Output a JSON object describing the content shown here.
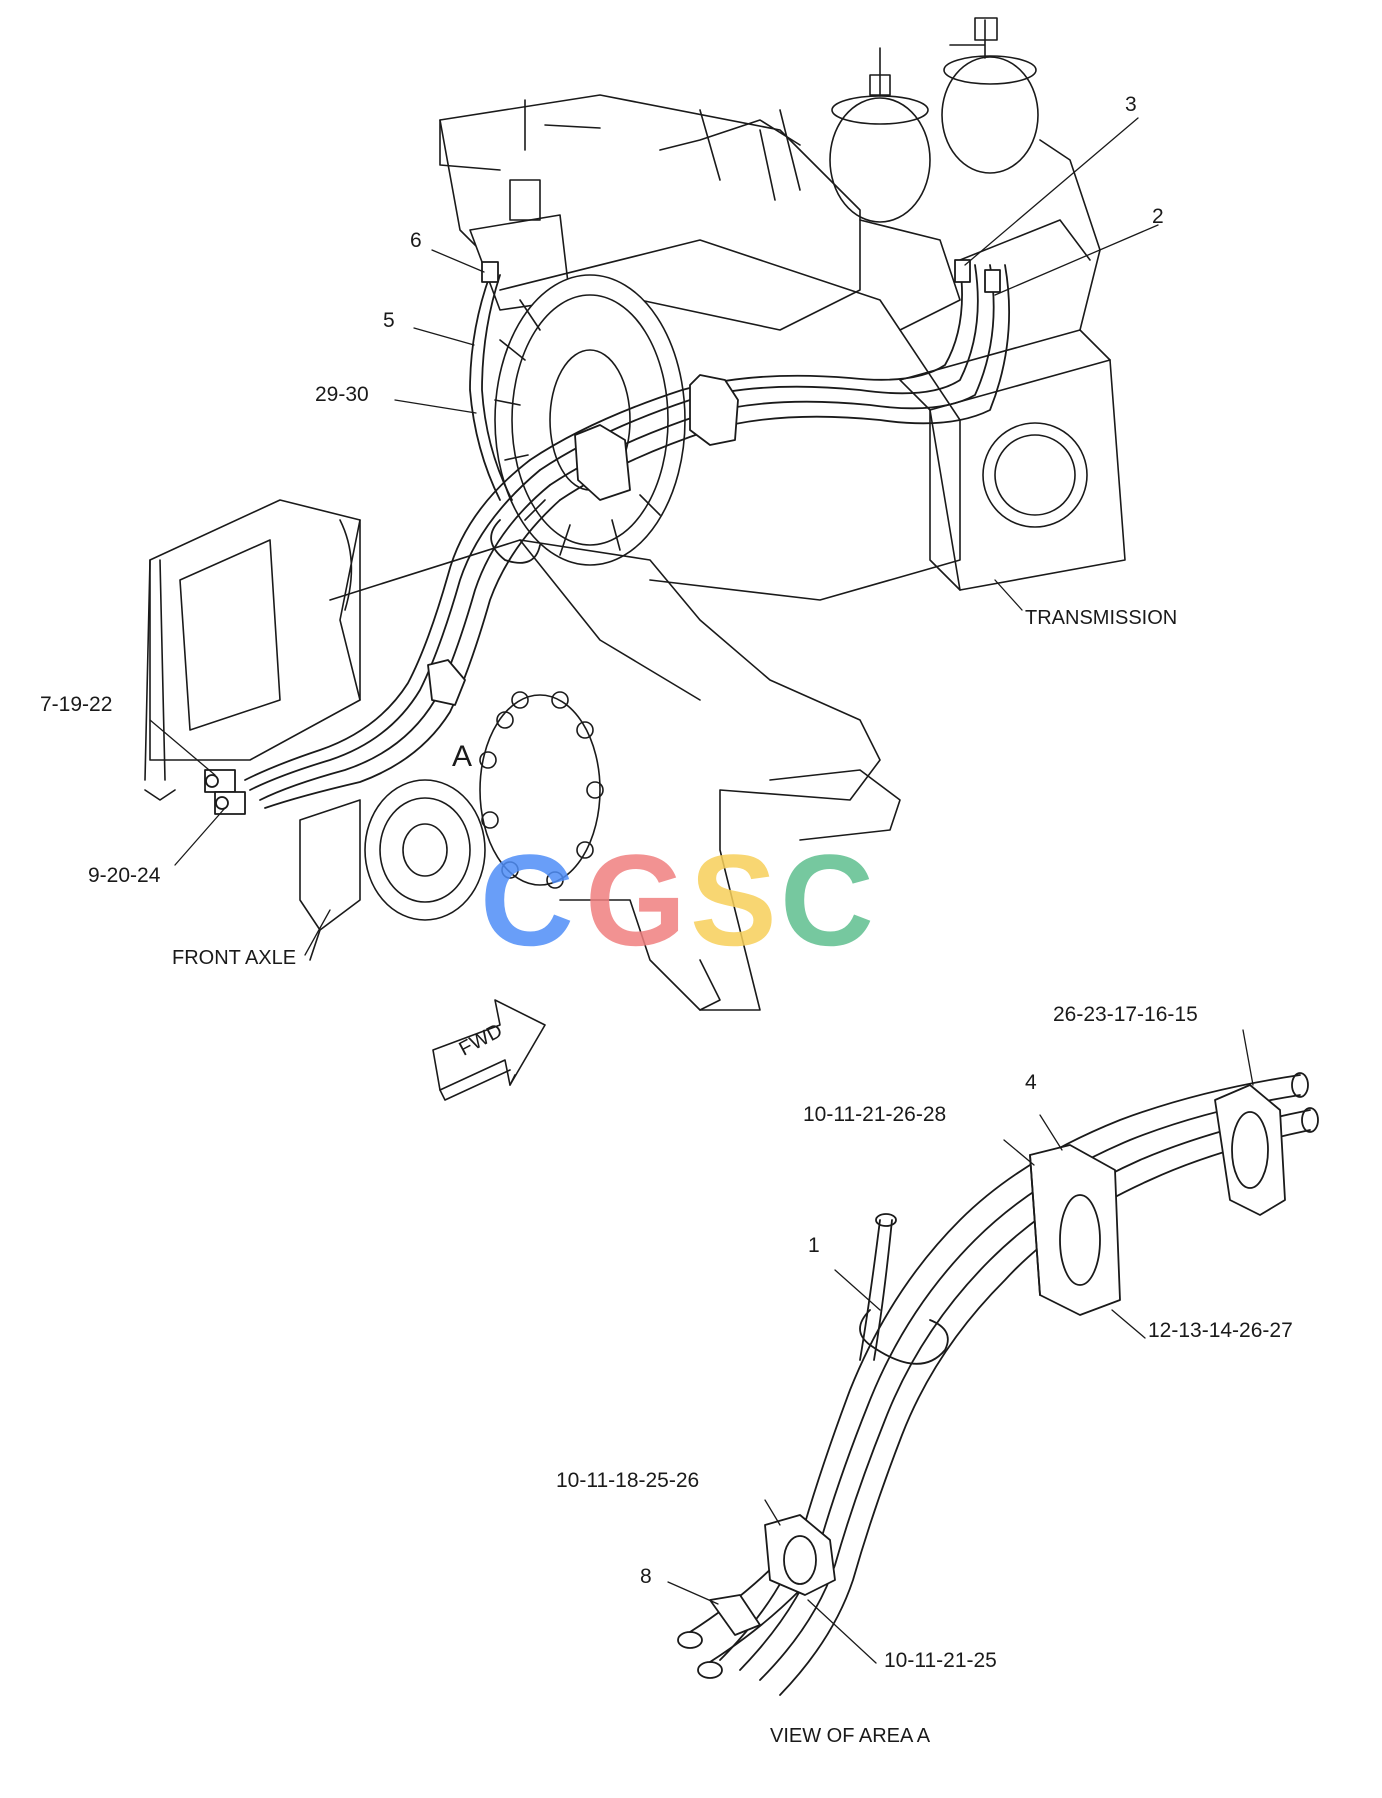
{
  "labels": {
    "c3": "3",
    "c2": "2",
    "c6": "6",
    "c5": "5",
    "c29_30": "29-30",
    "c7_19_22": "7-19-22",
    "c9_20_24": "9-20-24",
    "area_a": "A",
    "transmission": "TRANSMISSION",
    "front_axle": "FRONT AXLE",
    "fwd": "FWD",
    "c26_23_17_16_15": "26-23-17-16-15",
    "c4": "4",
    "c10_11_21_26_28": "10-11-21-26-28",
    "c1": "1",
    "c12_13_14_26_27": "12-13-14-26-27",
    "c10_11_18_25_26": "10-11-18-25-26",
    "c8": "8",
    "c10_11_21_25": "10-11-21-25",
    "view_caption": "VIEW OF AREA A"
  },
  "watermark": {
    "letters": [
      "C",
      "G",
      "S",
      "C"
    ],
    "colors": [
      "#4f8ef7",
      "#f08080",
      "#f7d05a",
      "#5fbf8f"
    ]
  },
  "colors": {
    "ink": "#1a1a1a",
    "paper": "#ffffff"
  }
}
